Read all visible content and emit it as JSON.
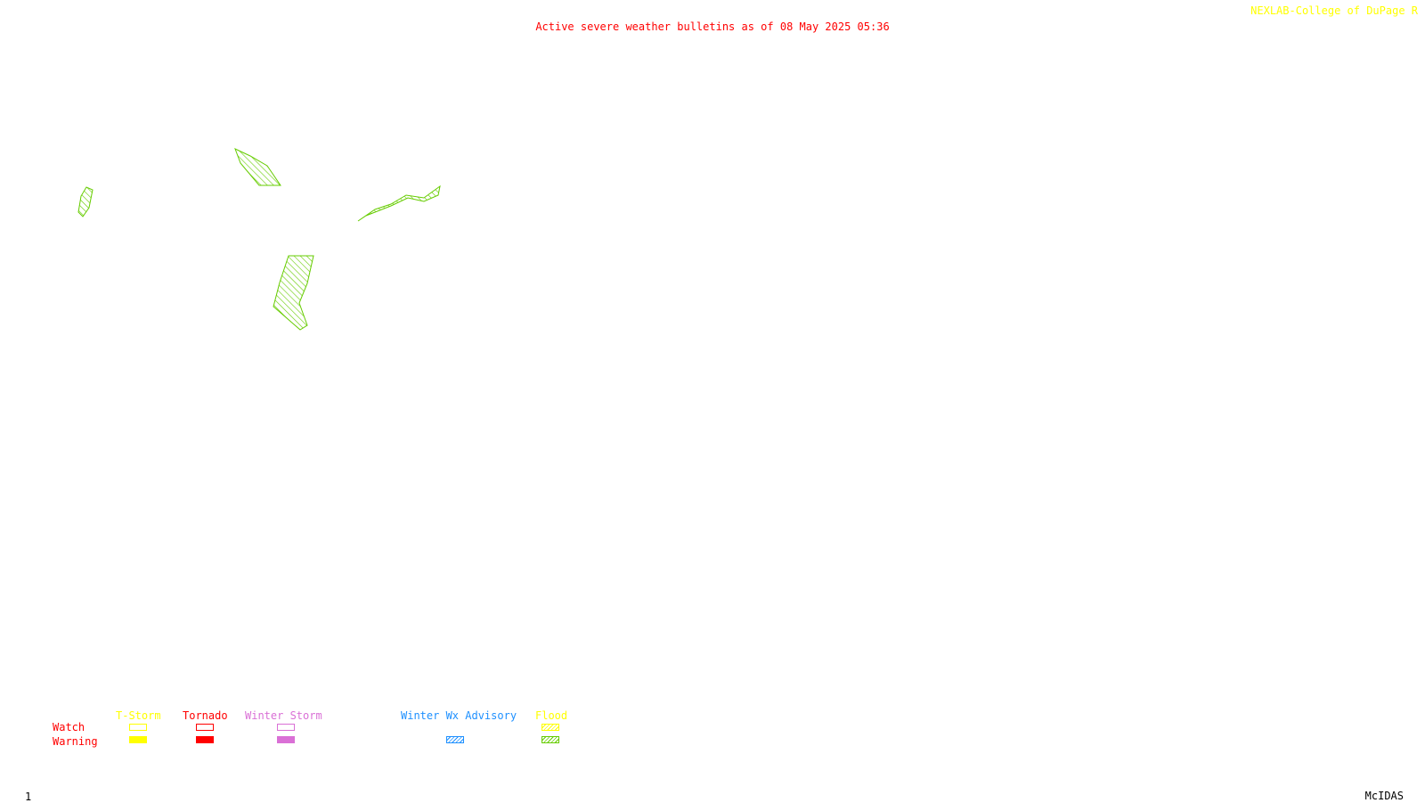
{
  "header": {
    "title": "Active severe weather bulletins as of 08 May 2025 05:36",
    "credit": "NEXLAB-College of DuPage R"
  },
  "footer": {
    "frame_number": "1",
    "brand": "McIDAS"
  },
  "legend": {
    "row_labels": {
      "watch": "Watch",
      "warning": "Warning"
    },
    "categories": [
      {
        "key": "tstorm",
        "label": "T-Storm",
        "color": "#ffff00",
        "watch": "outline",
        "warning": "fill"
      },
      {
        "key": "tornado",
        "label": "Tornado",
        "color": "#ff0000",
        "watch": "outline",
        "warning": "fill"
      },
      {
        "key": "winter_storm",
        "label": "Winter Storm",
        "color": "#da70d6",
        "watch": "outline",
        "warning": "fill"
      },
      {
        "key": "winter_wx_advisory",
        "label": "Winter Wx Advisory",
        "color": "#1e90ff",
        "watch": "none",
        "warning": "hatch"
      },
      {
        "key": "flood",
        "label": "Flood",
        "color": "#ffff00",
        "warning_color": "#66cc00",
        "watch": "hatch",
        "warning": "hatch"
      }
    ]
  },
  "colors": {
    "title": "#ff0000",
    "credit": "#ffff00",
    "footer": "#000000",
    "row_labels": "#ff0000",
    "flood_warning": "#66cc00"
  },
  "alerts": [
    {
      "type": "flood_warning",
      "name": "flood-warning-polygon-1"
    },
    {
      "type": "flood_warning",
      "name": "flood-warning-polygon-2"
    },
    {
      "type": "flood_warning",
      "name": "flood-warning-polygon-3"
    },
    {
      "type": "flood_warning",
      "name": "flood-warning-polygon-4"
    }
  ]
}
